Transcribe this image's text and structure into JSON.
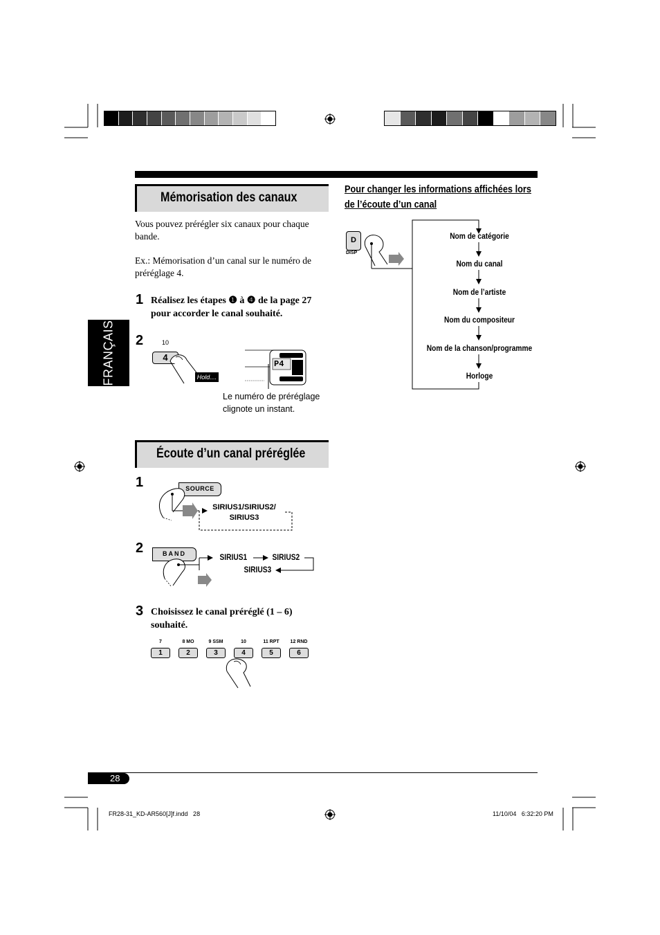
{
  "color_bar_left": [
    "#000000",
    "#1c1c1c",
    "#2f2f2f",
    "#444444",
    "#5a5a5a",
    "#707070",
    "#878787",
    "#9d9d9d",
    "#b3b3b3",
    "#c9c9c9",
    "#e0e0e0",
    "#ffffff"
  ],
  "color_bar_right": [
    "#e6e6e6",
    "#5a5a5a",
    "#2f2f2f",
    "#1c1c1c",
    "#707070",
    "#444444",
    "#000000",
    "#ffffff",
    "#9d9d9d",
    "#b3b3b3",
    "#878787"
  ],
  "language_tab": "FRANÇAIS",
  "section1": {
    "title": "Mémorisation des canaux",
    "intro": "Vous pouvez prérégler six canaux pour chaque bande.",
    "example": "Ex.: Mémorisation d’un canal sur le numéro de préréglage 4.",
    "step1_num": "1",
    "step1_text": "Réalisez les étapes ❶ à ❹ de la page 27 pour accorder le canal souhaité.",
    "step2_num": "2",
    "button_label_top": "10",
    "button_number": "4",
    "hold_label": "Hold....",
    "display_text": "P4",
    "caption": "Le numéro de préréglage clignote un instant."
  },
  "section2": {
    "title": "Écoute d’un canal préréglée",
    "step1_num": "1",
    "source_button": "SOURCE",
    "source_flow": "SIRIUS1/SIRIUS2/ SIRIUS3",
    "step2_num": "2",
    "band_button": "BAND",
    "band_flow_1": "SIRIUS1",
    "band_flow_2": "SIRIUS2",
    "band_flow_3": "SIRIUS3",
    "step3_num": "3",
    "step3_text": "Choisissez le canal préréglé (1 – 6) souhaité.",
    "presets": [
      {
        "top": "7",
        "num": "1"
      },
      {
        "top": "8  MO",
        "num": "2"
      },
      {
        "top": "9  SSM",
        "num": "3"
      },
      {
        "top": "10",
        "num": "4"
      },
      {
        "top": "11  RPT",
        "num": "5"
      },
      {
        "top": "12  RND",
        "num": "6"
      }
    ]
  },
  "section3": {
    "heading": "Pour changer les informations affichées lors de l’écoute d’un canal",
    "disp_button": "D",
    "disp_label": "DISP",
    "flow": [
      "Nom de catégorie",
      "Nom du canal",
      "Nom de l’artiste",
      "Nom du compositeur",
      "Nom de la chanson/programme",
      "Horloge"
    ]
  },
  "footer": {
    "page_number": "28",
    "file_name": "FR28-31_KD-AR560[J]f.indd   28",
    "timestamp": "11/10/04   6:32:20 PM"
  }
}
